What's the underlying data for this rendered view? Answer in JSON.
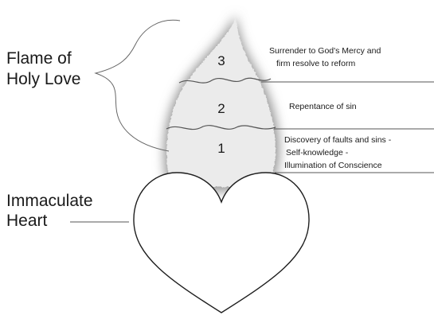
{
  "labels": {
    "flame_line1": "Flame of",
    "flame_line2": "Holy Love",
    "heart_line1": "Immaculate",
    "heart_line2": "Heart"
  },
  "stages": [
    {
      "number": "3",
      "lines": [
        "Surrender to God's Mercy and",
        "firm resolve to reform"
      ]
    },
    {
      "number": "2",
      "lines": [
        "Repentance of sin"
      ]
    },
    {
      "number": "1",
      "lines": [
        "Discovery of faults and sins -",
        "Self-knowledge -",
        "Illumination of Conscience"
      ]
    }
  ],
  "colors": {
    "flame_fill": "#ebebeb",
    "flame_glow": "#9a9a9a",
    "line": "#555555",
    "text": "#1a1a1a"
  }
}
